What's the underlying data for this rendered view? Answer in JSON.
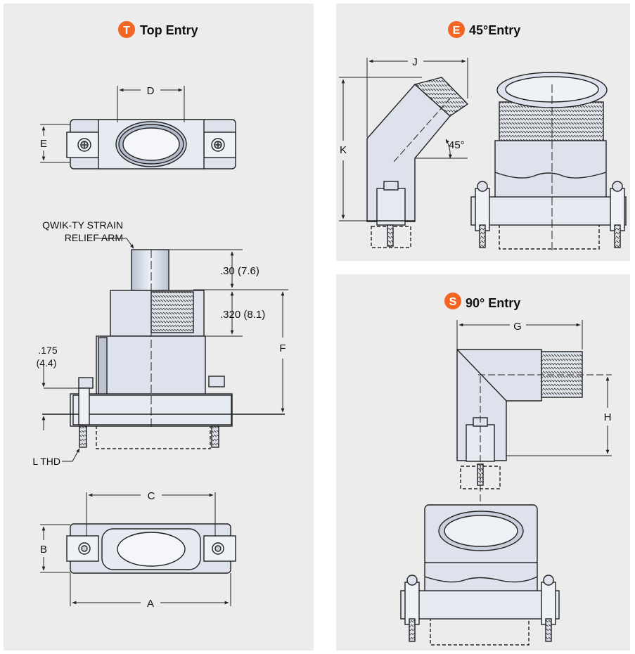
{
  "panels": {
    "top_entry": {
      "badge": "T",
      "title": "Top Entry",
      "dims": {
        "D": "D",
        "E": "E",
        "arm_label_1": "QWIK-TY STRAIN",
        "arm_label_2": "RELIEF ARM",
        "dim_030": ".30 (7.6)",
        "dim_320": ".320 (8.1)",
        "dim_175a": ".175",
        "dim_175b": "(4.4)",
        "F": "F",
        "L": "L THD",
        "C": "C",
        "B": "B",
        "A": "A"
      }
    },
    "entry_45": {
      "badge": "E",
      "title": "45°Entry",
      "dims": {
        "J": "J",
        "K": "K",
        "angle": "45°"
      }
    },
    "entry_90": {
      "badge": "S",
      "title": "90° Entry",
      "dims": {
        "G": "G",
        "H": "H"
      }
    }
  },
  "colors": {
    "panel_bg": "#ececec",
    "badge": "#f26522",
    "part_fill": "#dde2ec",
    "part_dark": "#a9b3c4",
    "line": "#222222"
  }
}
